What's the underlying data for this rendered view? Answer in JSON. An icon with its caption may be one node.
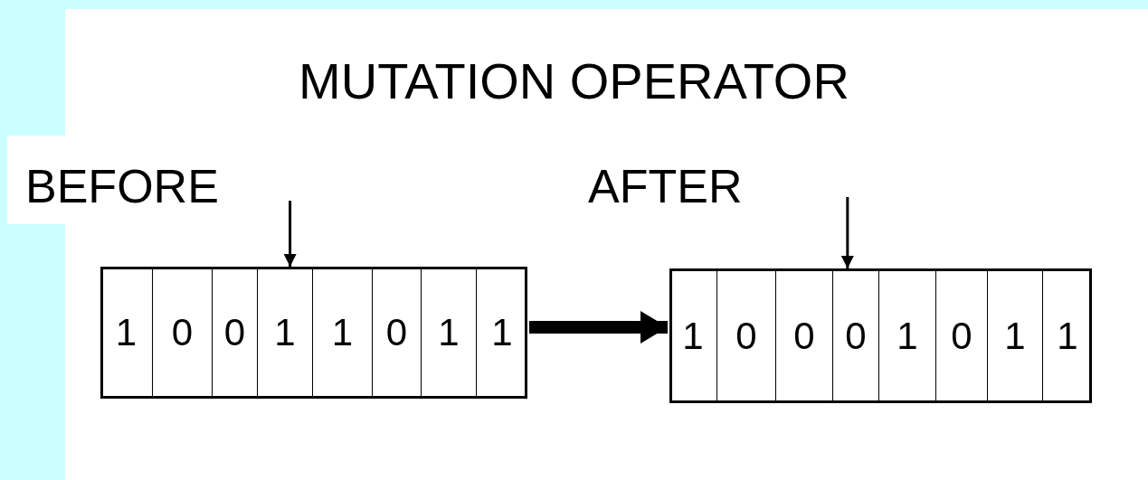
{
  "diagram": {
    "title": "MUTATION OPERATOR",
    "nodes": [
      {
        "text": [
          "BEFORE"
        ]
      },
      {
        "text": [
          "1"
        ],
        "in": 0
      },
      {
        "text": [
          "0"
        ],
        "in": 0
      },
      {
        "text": [
          "0"
        ],
        "in": 0
      },
      {
        "text": [
          "1"
        ],
        "in": 0
      },
      {
        "text": [
          "1"
        ],
        "in": 0
      },
      {
        "text": [
          "0"
        ],
        "in": 0
      },
      {
        "text": [
          "1"
        ],
        "in": 0
      },
      {
        "text": [
          "1"
        ],
        "in": 0
      },
      {
        "text": [
          "AFTER"
        ]
      },
      {
        "text": [
          "1"
        ],
        "in": 9
      },
      {
        "text": [
          "0"
        ],
        "in": 9
      },
      {
        "text": [
          "0"
        ],
        "in": 9
      },
      {
        "text": [
          "0"
        ],
        "in": 9
      },
      {
        "text": [
          "1"
        ],
        "in": 9
      },
      {
        "text": [
          "0"
        ],
        "in": 9
      },
      {
        "text": [
          "1"
        ],
        "in": 9
      },
      {
        "text": [
          "1"
        ],
        "in": 9
      }
    ],
    "edges": [
      {
        "from": null,
        "to": 4,
        "arrow": "to"
      },
      {
        "from": null,
        "to": 13,
        "arrow": "to"
      },
      {
        "from": 0,
        "to": 9,
        "arrow": "to",
        "style": "thick"
      }
    ]
  }
}
